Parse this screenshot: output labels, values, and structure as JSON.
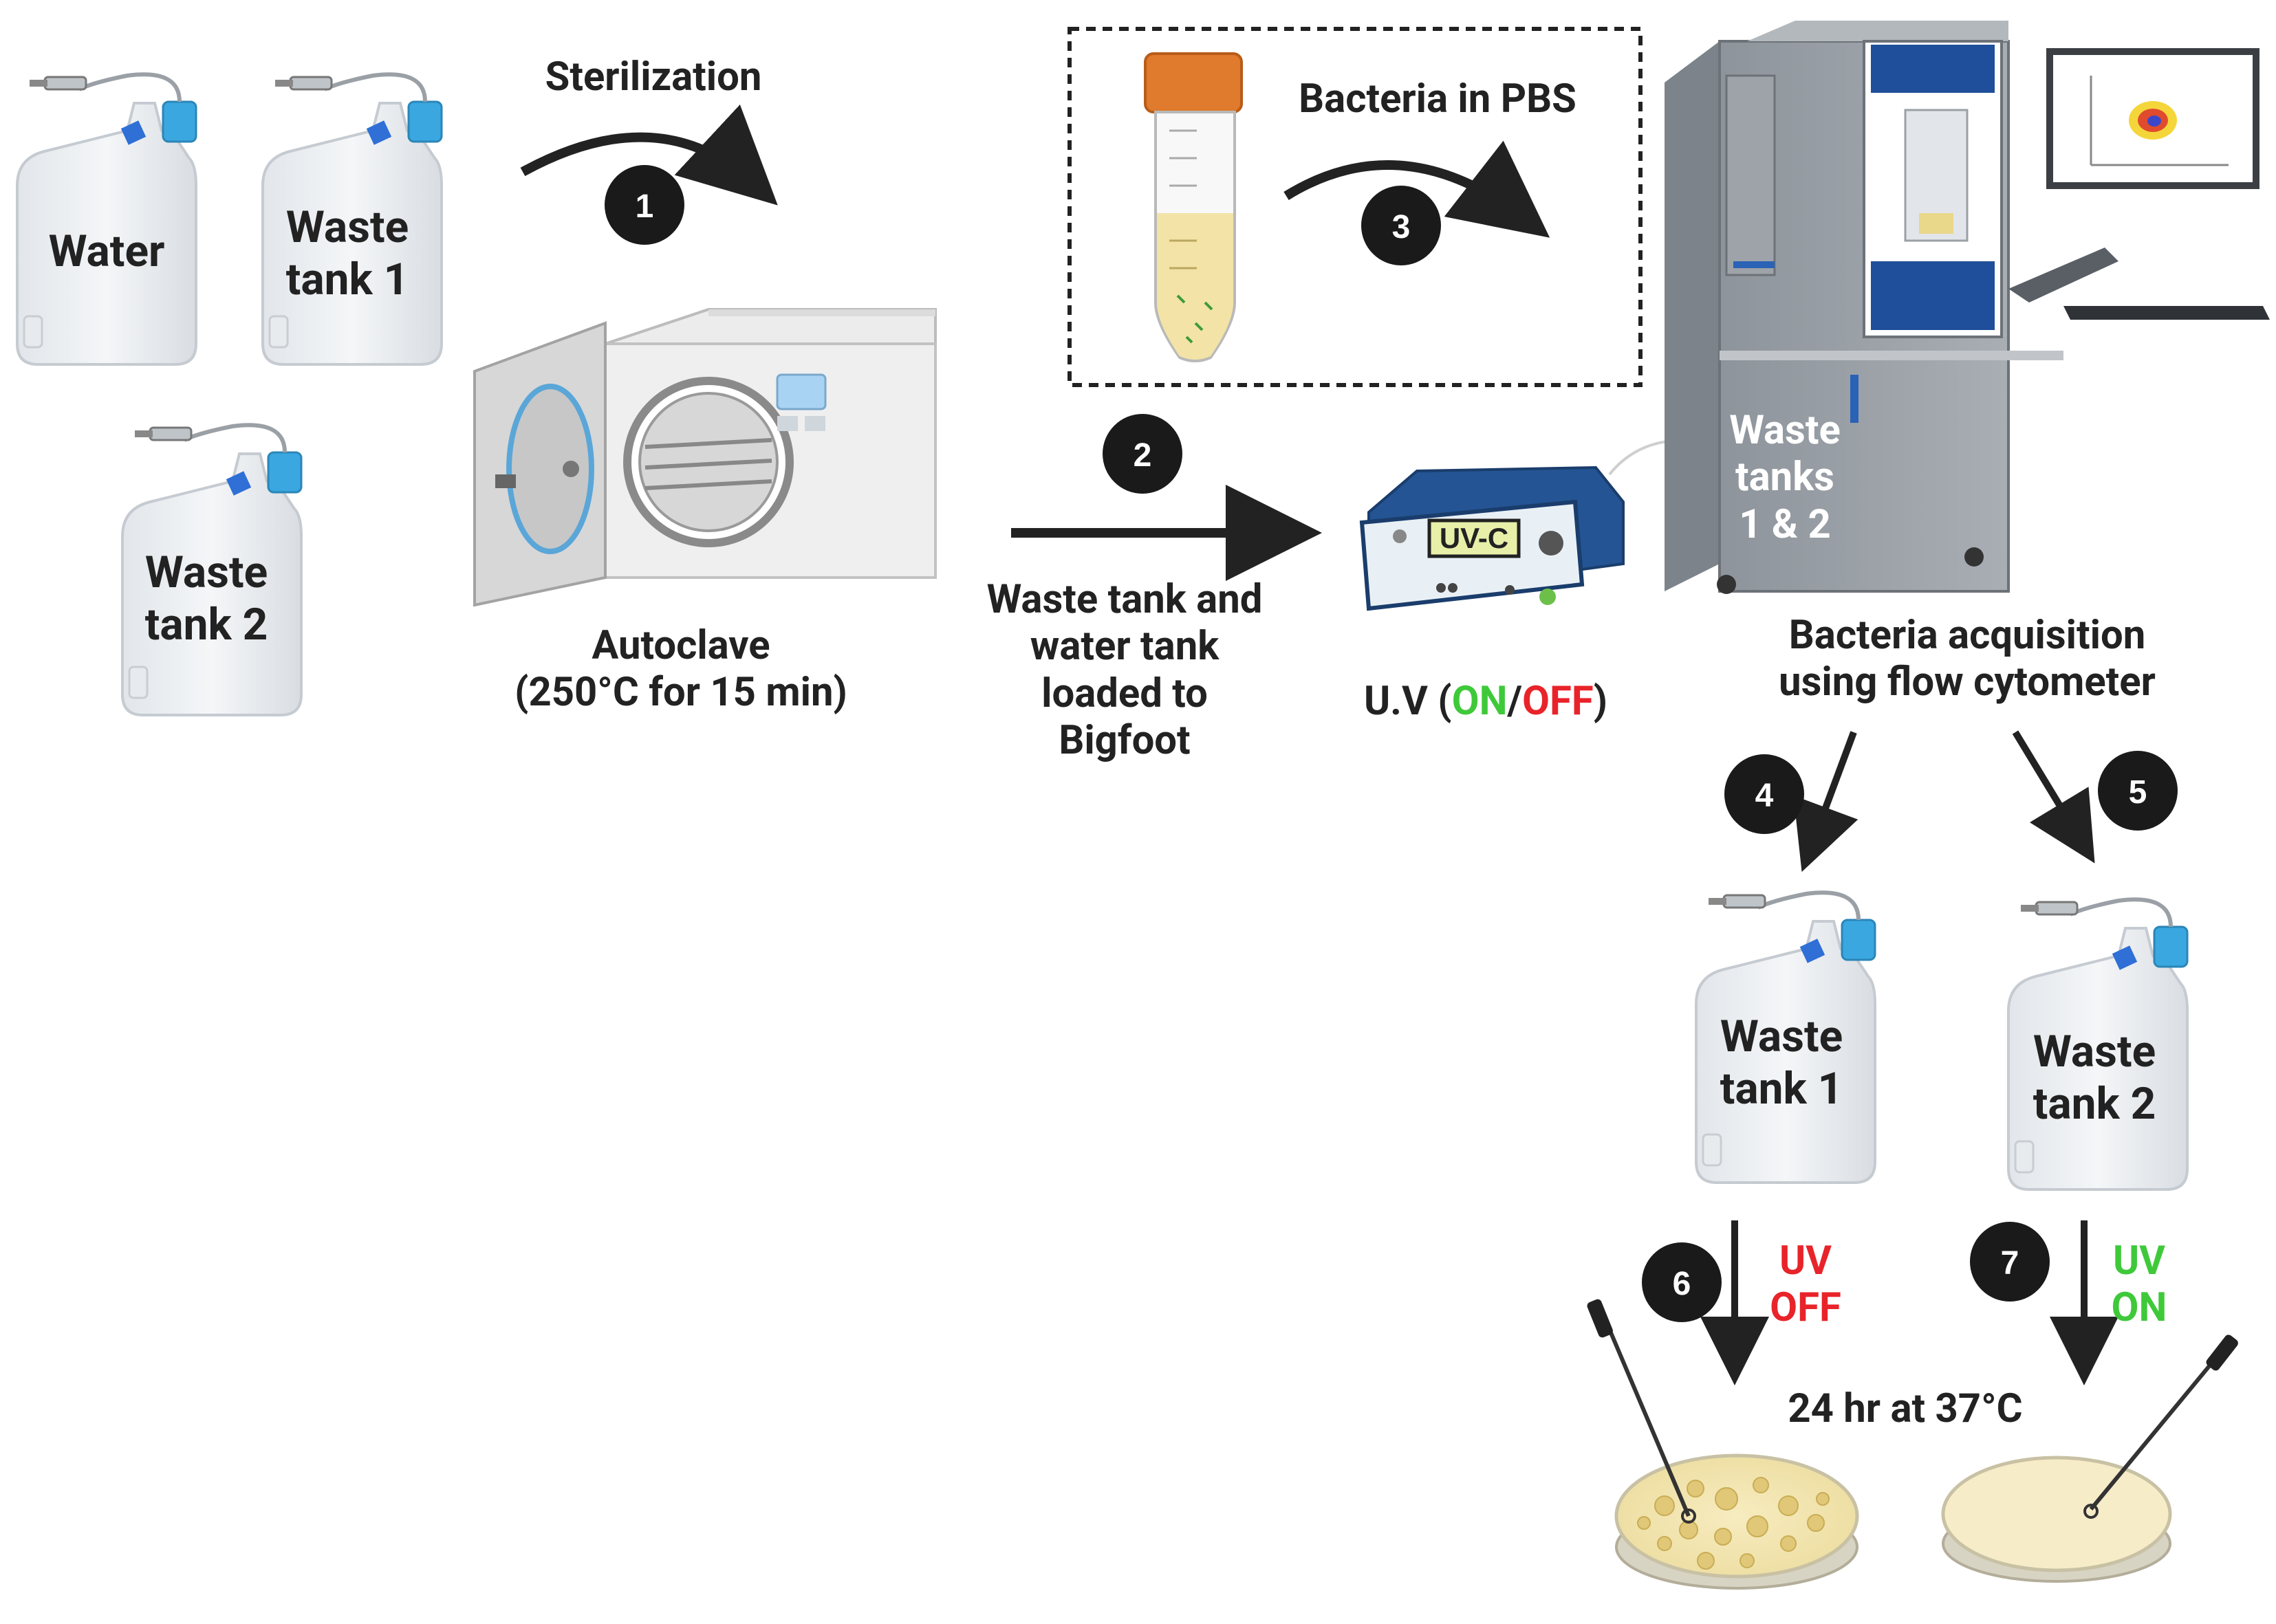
{
  "jugs": {
    "water": "Water",
    "waste1_top": "Waste\ntank 1",
    "waste2_left": "Waste\ntank 2",
    "waste1_bottom": "Waste\ntank 1",
    "waste2_bottom": "Waste\ntank 2"
  },
  "steps": [
    "1",
    "2",
    "3",
    "4",
    "5",
    "6",
    "7"
  ],
  "labels": {
    "sterilization": "Sterilization",
    "autoclave": "Autoclave\n(250°C for 15 min)",
    "bacteria_pbs": "Bacteria in PBS",
    "waste_loaded": "Waste tank and\nwater tank\nloaded to\nBigfoot",
    "uv_prefix": "U.V (",
    "uv_on": "ON",
    "uv_slash": "/",
    "uv_off": "OFF",
    "uv_suffix": ")",
    "uvc_display": "UV-C",
    "waste_tanks_cytometer": "Waste\ntanks\n1 & 2",
    "acquisition": "Bacteria acquisition\nusing flow cytometer",
    "uv_off_label": "UV\nOFF",
    "uv_on_label": "UV\nON",
    "incubation": "24 hr at 37°C"
  },
  "colors": {
    "on_green": "#3fc93a",
    "off_red": "#e8242a",
    "badge": "#1a1a1a",
    "arrow": "#222222",
    "cap_blue": "#3aa7e0",
    "tube_cap": "#e07a2c"
  }
}
